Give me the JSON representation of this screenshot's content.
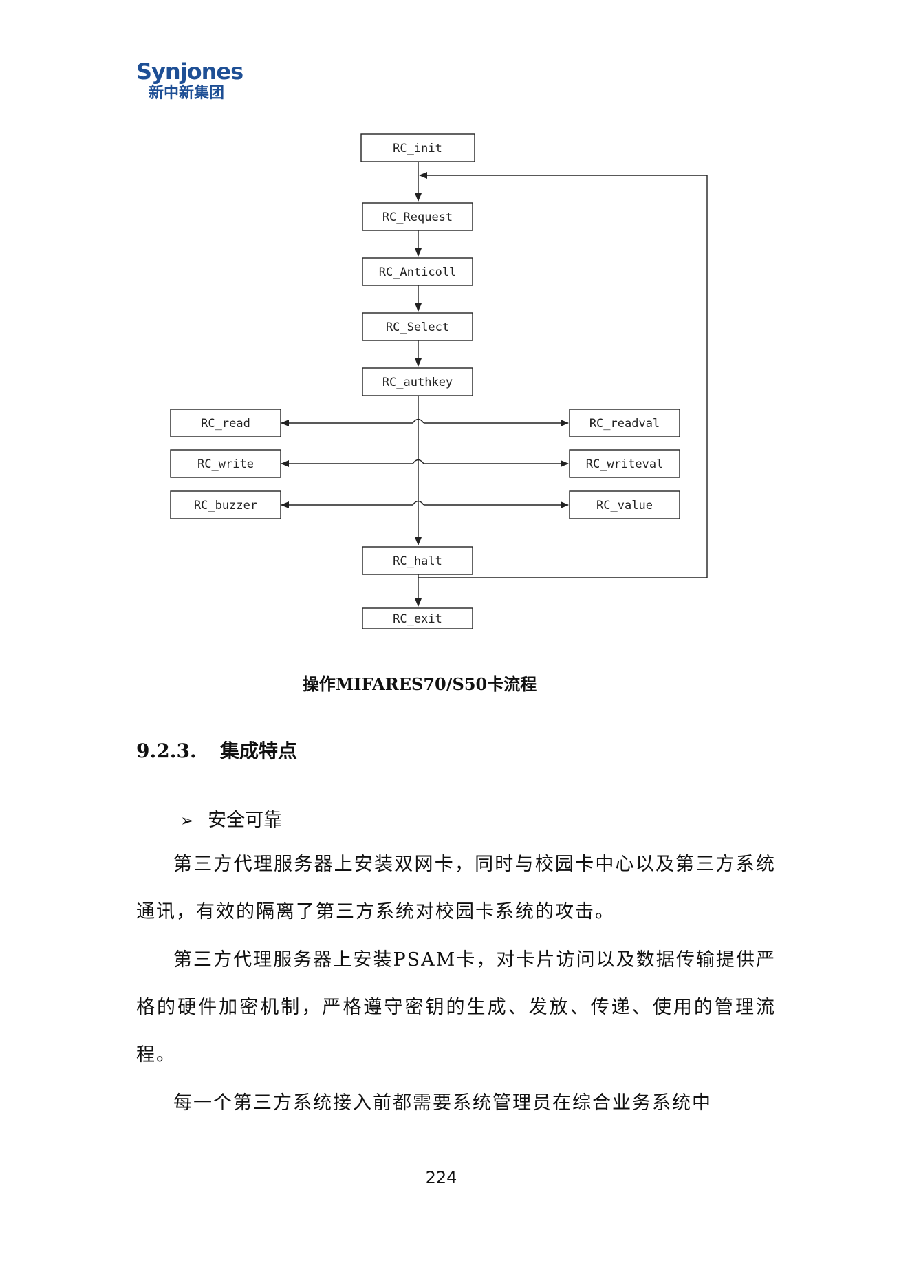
{
  "header": {
    "logo_text": "Synjones",
    "logo_cn": "新中新集团"
  },
  "flowchart": {
    "nodes": {
      "init": "RC_init",
      "request": "RC_Request",
      "anticoll": "RC_Anticoll",
      "select": "RC_Select",
      "authkey": "RC_authkey",
      "read": "RC_read",
      "write": "RC_write",
      "buzzer": "RC_buzzer",
      "readval": "RC_readval",
      "writeval": "RC_writeval",
      "value": "RC_value",
      "halt": "RC_halt",
      "exit": "RC_exit"
    },
    "caption": "操作MIFARES70/S50卡流程"
  },
  "section": {
    "number": "9.2.3.",
    "title": "集成特点"
  },
  "bullet": {
    "text": "安全可靠"
  },
  "paragraphs": [
    "第三方代理服务器上安装双网卡，同时与校园卡中心以及第三方系统通讯，有效的隔离了第三方系统对校园卡系统的攻击。",
    "第三方代理服务器上安装PSAM卡，对卡片访问以及数据传输提供严格的硬件加密机制，严格遵守密钥的生成、发放、传递、使用的管理流程。",
    "每一个第三方系统接入前都需要系统管理员在综合业务系统中"
  ],
  "footer": {
    "page_number": "224"
  }
}
